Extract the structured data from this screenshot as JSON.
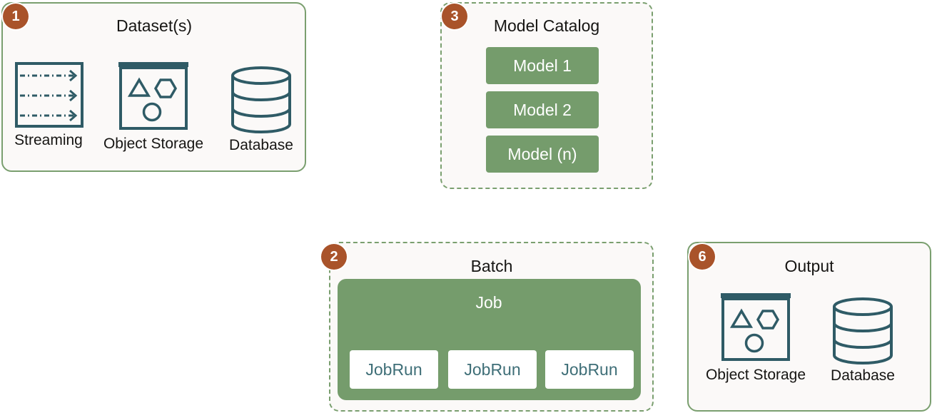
{
  "panels": {
    "datasets": {
      "badge": "1",
      "title": "Dataset(s)",
      "items": [
        {
          "icon": "streaming-icon",
          "label": "Streaming"
        },
        {
          "icon": "object-storage-icon",
          "label": "Object Storage"
        },
        {
          "icon": "database-icon",
          "label": "Database"
        }
      ]
    },
    "model_catalog": {
      "badge": "3",
      "title": "Model Catalog",
      "models": [
        "Model 1",
        "Model 2",
        "Model (n)"
      ]
    },
    "batch": {
      "badge": "2",
      "title": "Batch",
      "job_label": "Job",
      "job_runs": [
        "JobRun",
        "JobRun",
        "JobRun"
      ]
    },
    "output": {
      "badge": "6",
      "title": "Output",
      "items": [
        {
          "icon": "object-storage-icon",
          "label": "Object Storage"
        },
        {
          "icon": "database-icon",
          "label": "Database"
        }
      ]
    }
  },
  "colors": {
    "panel_border": "#7a9f6f",
    "panel_fill": "#fbf9f8",
    "badge": "#a9532a",
    "green_box": "#759c6c",
    "icon_stroke": "#2f5b66",
    "jobrun_text": "#3e6e77"
  }
}
